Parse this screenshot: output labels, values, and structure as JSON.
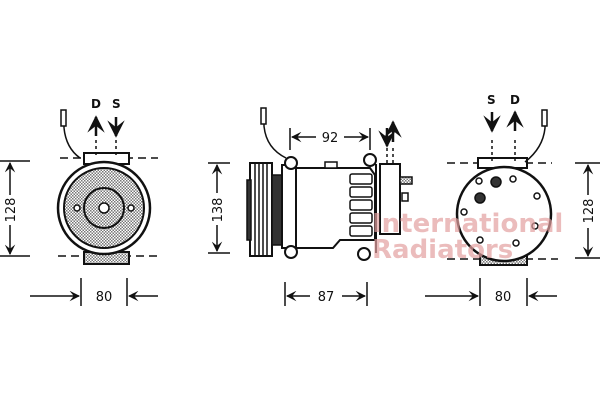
{
  "watermark": {
    "line1": "International",
    "line2": "Radiators"
  },
  "views": {
    "front": {
      "port_left": "D",
      "port_right": "S",
      "height_dim": "128",
      "width_dim": "80"
    },
    "side": {
      "height_dim": "138",
      "top_dim": "92",
      "bottom_dim": "87"
    },
    "rear": {
      "port_left": "S",
      "port_right": "D",
      "height_dim": "128",
      "width_dim": "80"
    }
  },
  "colors": {
    "line": "#111111",
    "hatch": "#8a8a8a",
    "watermark": "#e8b0b0"
  }
}
